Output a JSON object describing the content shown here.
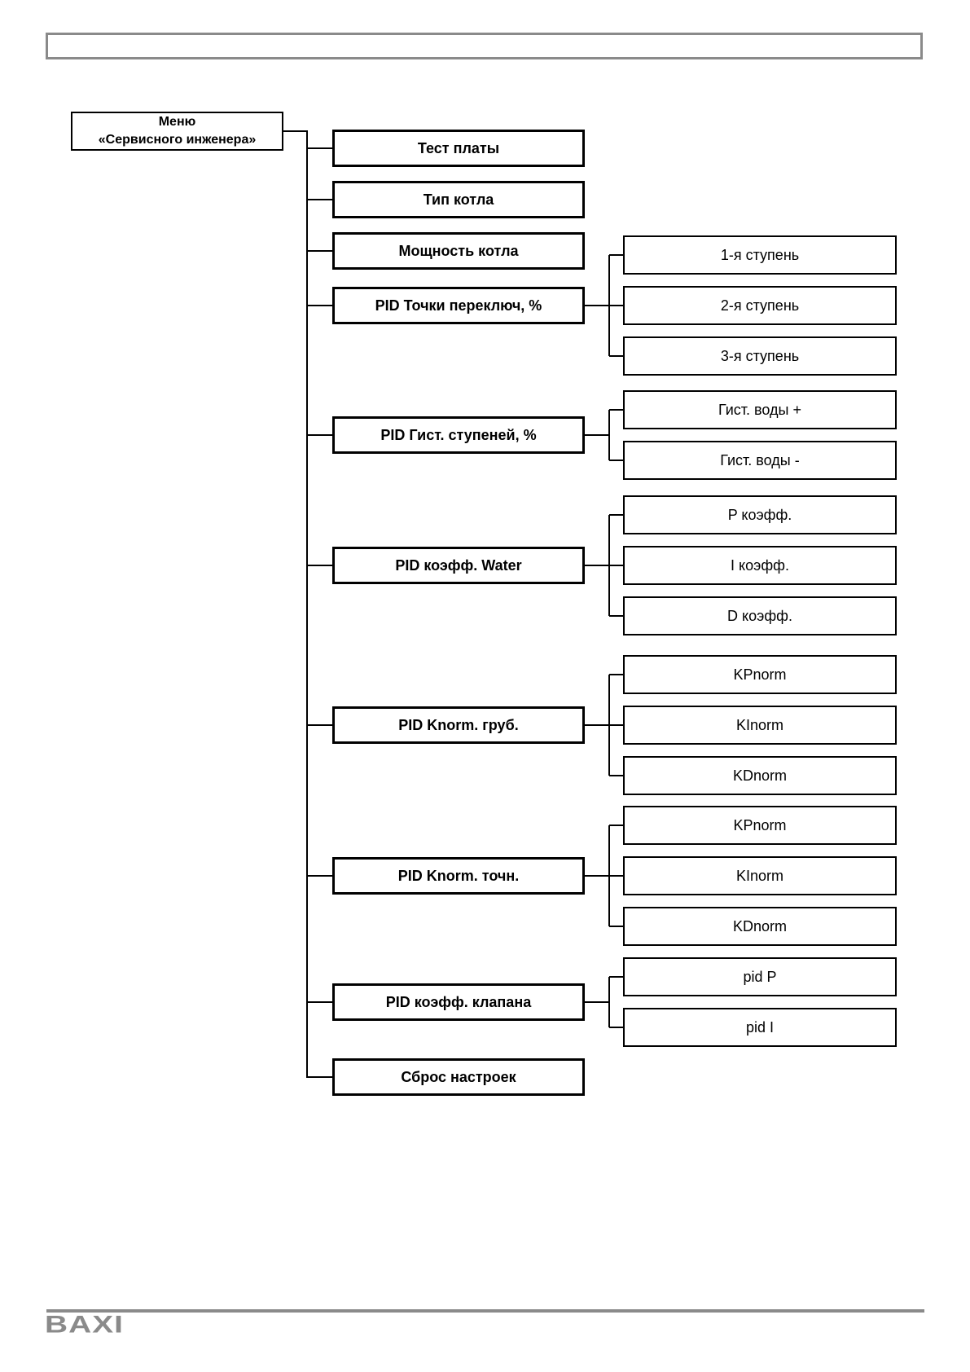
{
  "root": {
    "line1": "Меню",
    "line2": "«Сервисного инженера»"
  },
  "menu": [
    {
      "label": "Тест платы",
      "children": []
    },
    {
      "label": "Тип котла",
      "children": []
    },
    {
      "label": "Мощность котла",
      "children": []
    },
    {
      "label": "PID Точки переключ, %",
      "children": [
        "1-я ступень",
        "2-я ступень",
        "3-я ступень"
      ]
    },
    {
      "label": "PID Гист. ступеней, %",
      "children": [
        "Гист. воды +",
        "Гист. воды -"
      ]
    },
    {
      "label": "PID коэфф. Water",
      "children": [
        "P коэфф.",
        "I коэфф.",
        "D коэфф."
      ]
    },
    {
      "label": "PID Knorm. груб.",
      "children": [
        "KPnorm",
        "KInorm",
        "KDnorm"
      ]
    },
    {
      "label": "PID Knorm. точн.",
      "children": [
        "KPnorm",
        "KInorm",
        "KDnorm"
      ]
    },
    {
      "label": "PID коэфф. клапана",
      "children": [
        "pid P",
        "pid I"
      ]
    },
    {
      "label": "Сброс настроек",
      "children": []
    }
  ],
  "footer": {
    "logo": "BAXI"
  },
  "colors": {
    "box_border": "#000000",
    "frame_gray": "#8a8a8a"
  }
}
